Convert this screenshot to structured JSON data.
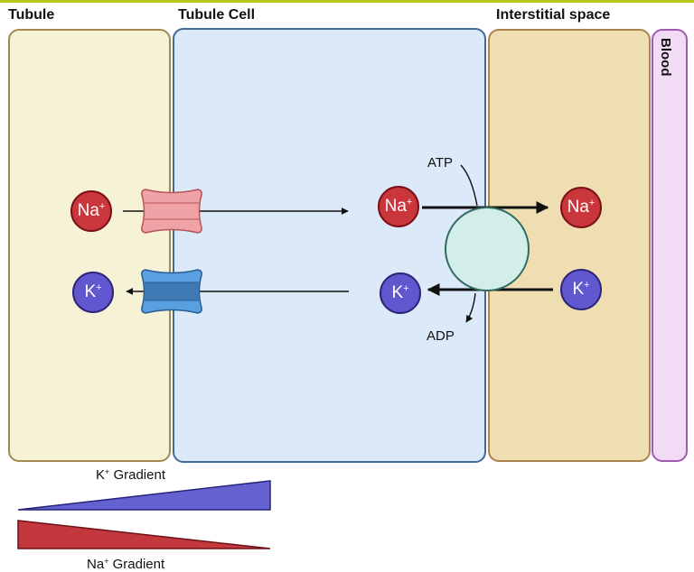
{
  "headers": {
    "tubule": "Tubule",
    "tubule_cell": "Tubule Cell",
    "interstitial": "Interstitial space",
    "blood": "Blood"
  },
  "ions": {
    "na_symbol": "Na",
    "k_symbol": "K",
    "charge": "+"
  },
  "pump": {
    "atp": "ATP",
    "adp": "ADP"
  },
  "gradients": {
    "k_label": "K",
    "k_charge": "+",
    "k_suffix": " Gradient",
    "na_label": "Na",
    "na_charge": "+",
    "na_suffix": " Gradient"
  },
  "colors": {
    "na_ion": "#c9363b",
    "k_ion": "#6158cf",
    "na_channel": "#f0a3a6",
    "k_channel": "#5aa0e0",
    "pump": "#d3eee8",
    "accent_bar": "#b5c81a"
  }
}
